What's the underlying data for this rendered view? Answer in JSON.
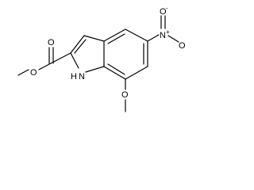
{
  "molecule": {
    "atoms": {
      "ester_o_methyl": "O",
      "carbonyl_o": "O",
      "nh": "N",
      "nh_h": "H",
      "nitro_n": "N",
      "nitro_plus": "+",
      "nitro_o_top": "O",
      "nitro_o_minus_sign": "-",
      "nitro_o_right": "O",
      "methoxy_o": "O"
    }
  }
}
